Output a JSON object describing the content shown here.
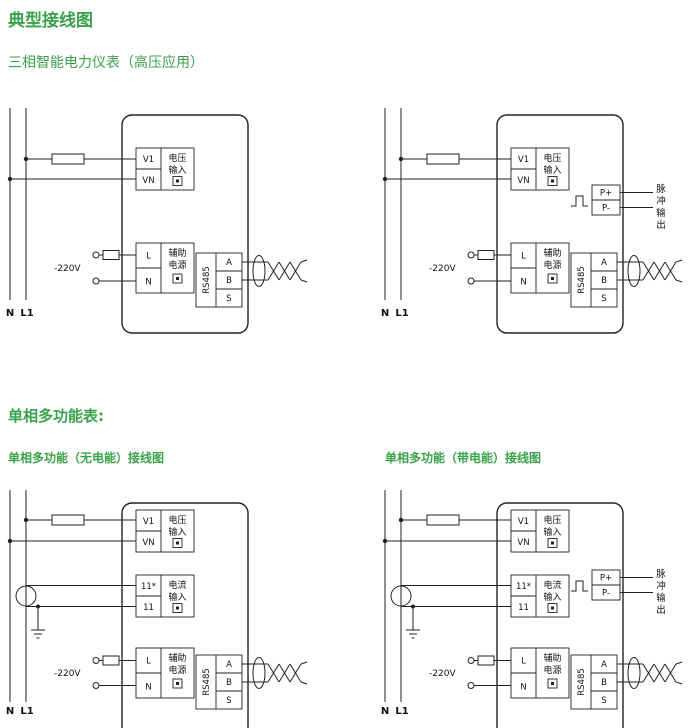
{
  "headings": {
    "title": "典型接线图",
    "subtitle": "三相智能电力仪表（高压应用）",
    "section2": "单相多功能表:",
    "diagram_bl": "单相多功能（无电能）接线图",
    "diagram_br": "单相多功能（带电能）接线图"
  },
  "labels": {
    "v1": "V1",
    "vn": "VN",
    "voltage": "电压",
    "current": "电流",
    "input": "输入",
    "aux1": "辅助",
    "aux2": "电源",
    "l": "L",
    "n": "N",
    "rs485": "RS485",
    "a": "A",
    "b": "B",
    "s": "S",
    "supply_voltage": "-220V",
    "line_n": "N",
    "line_l1": "L1",
    "ct_star": "11*",
    "ct": "11",
    "p_plus": "P+",
    "p_minus": "P-",
    "pulse_output": "脉冲输出",
    "pulse_chars": [
      "脉",
      "冲",
      "输",
      "出"
    ]
  },
  "colors": {
    "heading_green": "#3aa24b",
    "line_color": "#222222"
  }
}
